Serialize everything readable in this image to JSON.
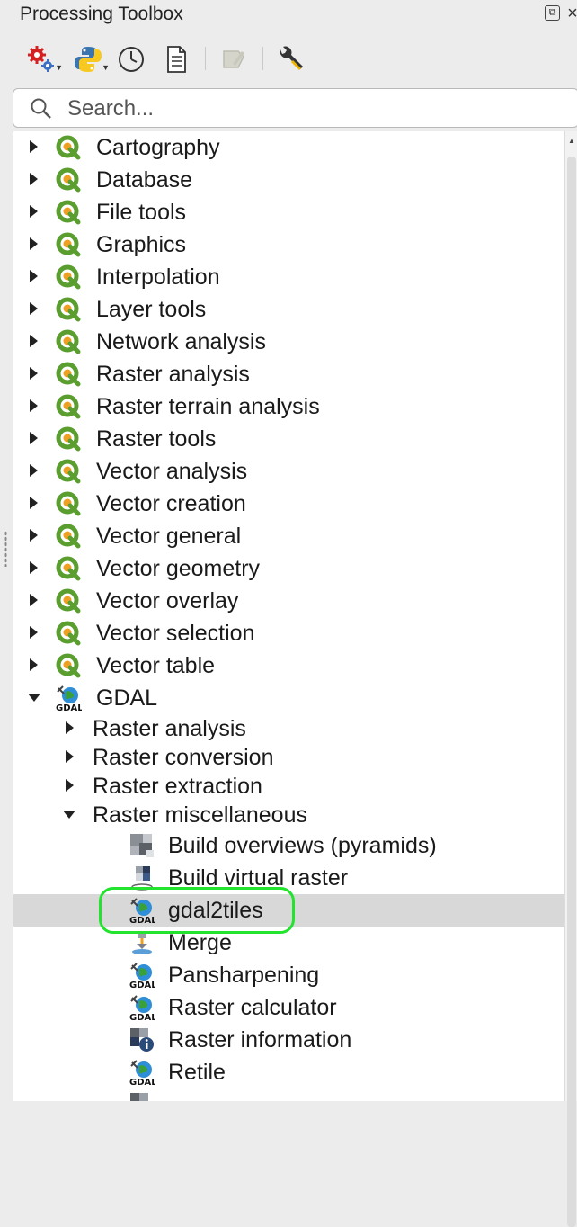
{
  "panel": {
    "title": "Processing Toolbox"
  },
  "search": {
    "placeholder": "Search..."
  },
  "tree": {
    "providers": [
      {
        "label": "Cartography"
      },
      {
        "label": "Database"
      },
      {
        "label": "File tools"
      },
      {
        "label": "Graphics"
      },
      {
        "label": "Interpolation"
      },
      {
        "label": "Layer tools"
      },
      {
        "label": "Network analysis"
      },
      {
        "label": "Raster analysis"
      },
      {
        "label": "Raster terrain analysis"
      },
      {
        "label": "Raster tools"
      },
      {
        "label": "Vector analysis"
      },
      {
        "label": "Vector creation"
      },
      {
        "label": "Vector general"
      },
      {
        "label": "Vector geometry"
      },
      {
        "label": "Vector overlay"
      },
      {
        "label": "Vector selection"
      },
      {
        "label": "Vector table"
      }
    ],
    "gdal": {
      "label": "GDAL",
      "groups": [
        {
          "label": "Raster analysis"
        },
        {
          "label": "Raster conversion"
        },
        {
          "label": "Raster extraction"
        },
        {
          "label": "Raster miscellaneous"
        }
      ],
      "algorithms": [
        {
          "label": "Build overviews (pyramids)",
          "icon": "pyramid-icon"
        },
        {
          "label": "Build virtual raster",
          "icon": "virtual-raster-icon"
        },
        {
          "label": "gdal2tiles",
          "icon": "gdal-icon",
          "selected": true
        },
        {
          "label": "Merge",
          "icon": "merge-icon"
        },
        {
          "label": "Pansharpening",
          "icon": "gdal-icon"
        },
        {
          "label": "Raster calculator",
          "icon": "gdal-icon"
        },
        {
          "label": "Raster information",
          "icon": "raster-info-icon"
        },
        {
          "label": "Retile",
          "icon": "gdal-icon"
        }
      ]
    }
  },
  "colors": {
    "highlight": "#22e32e",
    "qgis_green": "#5a9e2f",
    "selection": "#d8d8d8"
  }
}
